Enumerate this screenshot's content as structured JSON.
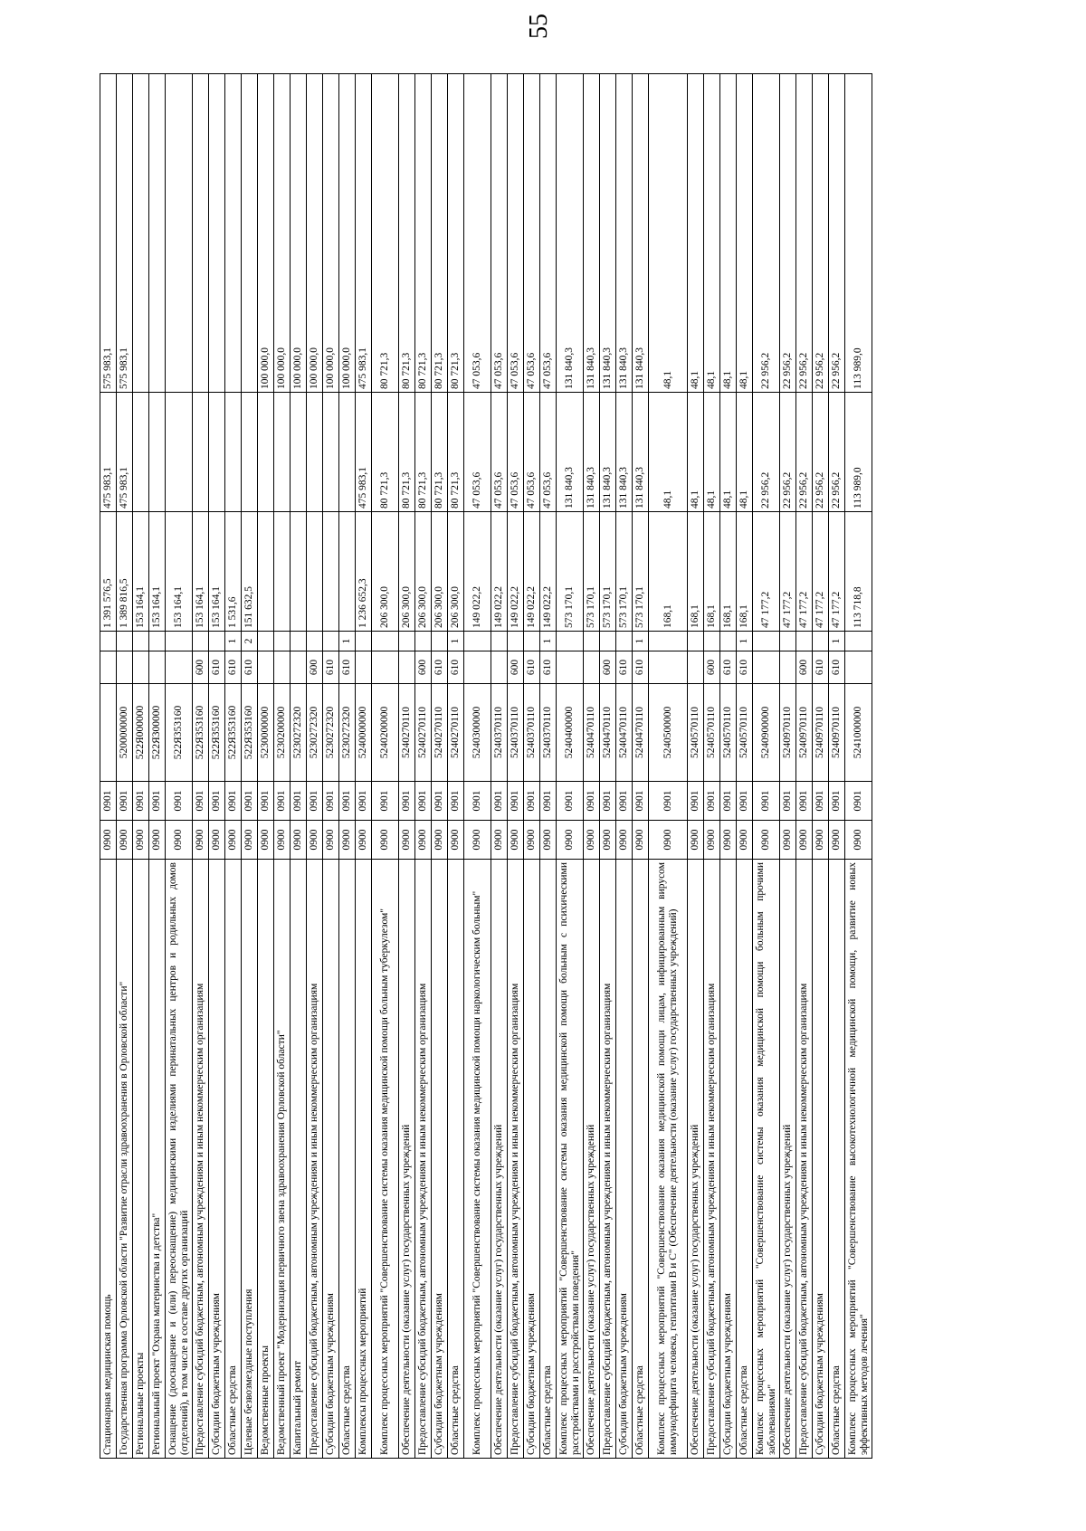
{
  "page_number": "55",
  "rows": [
    {
      "name": "Стационарная медицинская помощь",
      "rz": "0900",
      "pr": "0901",
      "csr": "",
      "vr": "",
      "n": "",
      "a": "1 391 576,5",
      "b": "475 983,1",
      "c": "575 983,1",
      "h": 1
    },
    {
      "name": "Государственная программа Орловской области \"Развитие отрасли здравоохранения в Орловской области\"",
      "rz": "0900",
      "pr": "0901",
      "csr": "5200000000",
      "vr": "",
      "n": "",
      "a": "1 389 816,5",
      "b": "475 983,1",
      "c": "575 983,1",
      "h": 1
    },
    {
      "name": "Региональные проекты",
      "rz": "0900",
      "pr": "0901",
      "csr": "522Я000000",
      "vr": "",
      "n": "",
      "a": "153 164,1",
      "b": "",
      "c": "",
      "h": 1
    },
    {
      "name": "Региональный проект \"Охрана материнства и детства\"",
      "rz": "0900",
      "pr": "0901",
      "csr": "522Я300000",
      "vr": "",
      "n": "",
      "a": "153 164,1",
      "b": "",
      "c": "",
      "h": 1
    },
    {
      "name": "Оснащение (дооснащение и (или) переоснащение) медицинскими изделиями перинатальных центров и родильных домов (отделений), в том числе в составе других организаций",
      "rz": "0900",
      "pr": "0901",
      "csr": "522Я353160",
      "vr": "",
      "n": "",
      "a": "153 164,1",
      "b": "",
      "c": "",
      "h": 2
    },
    {
      "name": "Предоставление субсидий бюджетным, автономным учреждениям и иным некоммерческим организациям",
      "rz": "0900",
      "pr": "0901",
      "csr": "522Я353160",
      "vr": "600",
      "n": "",
      "a": "153 164,1",
      "b": "",
      "c": "",
      "h": 1
    },
    {
      "name": "Субсидии бюджетным учреждениям",
      "rz": "0900",
      "pr": "0901",
      "csr": "522Я353160",
      "vr": "610",
      "n": "",
      "a": "153 164,1",
      "b": "",
      "c": "",
      "h": 1
    },
    {
      "name": "Областные средства",
      "rz": "0900",
      "pr": "0901",
      "csr": "522Я353160",
      "vr": "610",
      "n": "1",
      "a": "1 531,6",
      "b": "",
      "c": "",
      "h": 1
    },
    {
      "name": "Целевые безвозмездные поступления",
      "rz": "0900",
      "pr": "0901",
      "csr": "522Я353160",
      "vr": "610",
      "n": "2",
      "a": "151 632,5",
      "b": "",
      "c": "",
      "h": 1
    },
    {
      "name": "Ведомственные проекты",
      "rz": "0900",
      "pr": "0901",
      "csr": "5230000000",
      "vr": "",
      "n": "",
      "a": "",
      "b": "",
      "c": "100 000,0",
      "h": 1
    },
    {
      "name": "Ведомственный проект \"Модернизация первичного звена здравоохранения Орловской области\"",
      "rz": "0900",
      "pr": "0901",
      "csr": "5230200000",
      "vr": "",
      "n": "",
      "a": "",
      "b": "",
      "c": "100 000,0",
      "h": 1
    },
    {
      "name": "Капитальный ремонт",
      "rz": "0900",
      "pr": "0901",
      "csr": "5230272320",
      "vr": "",
      "n": "",
      "a": "",
      "b": "",
      "c": "100 000,0",
      "h": 1
    },
    {
      "name": "Предоставление субсидий бюджетным, автономным учреждениям и иным некоммерческим организациям",
      "rz": "0900",
      "pr": "0901",
      "csr": "5230272320",
      "vr": "600",
      "n": "",
      "a": "",
      "b": "",
      "c": "100 000,0",
      "h": 1
    },
    {
      "name": "Субсидии бюджетным учреждениям",
      "rz": "0900",
      "pr": "0901",
      "csr": "5230272320",
      "vr": "610",
      "n": "",
      "a": "",
      "b": "",
      "c": "100 000,0",
      "h": 1
    },
    {
      "name": "Областные средства",
      "rz": "0900",
      "pr": "0901",
      "csr": "5230272320",
      "vr": "610",
      "n": "1",
      "a": "",
      "b": "",
      "c": "100 000,0",
      "h": 1
    },
    {
      "name": "Комплексы процессных мероприятий",
      "rz": "0900",
      "pr": "0901",
      "csr": "5240000000",
      "vr": "",
      "n": "",
      "a": "1 236 652,3",
      "b": "475 983,1",
      "c": "475 983,1",
      "h": 1
    },
    {
      "name": "Комплекс процессных мероприятий \"Совершенствование системы оказания медицинской помощи больным туберкулезом\"",
      "rz": "0900",
      "pr": "0901",
      "csr": "5240200000",
      "vr": "",
      "n": "",
      "a": "206 300,0",
      "b": "80 721,3",
      "c": "80 721,3",
      "h": 2
    },
    {
      "name": "Обеспечение деятельности (оказание услуг) государственных учреждений",
      "rz": "0900",
      "pr": "0901",
      "csr": "5240270110",
      "vr": "",
      "n": "",
      "a": "206 300,0",
      "b": "80 721,3",
      "c": "80 721,3",
      "h": 1
    },
    {
      "name": "Предоставление субсидий бюджетным, автономным учреждениям и иным некоммерческим организациям",
      "rz": "0900",
      "pr": "0901",
      "csr": "5240270110",
      "vr": "600",
      "n": "",
      "a": "206 300,0",
      "b": "80 721,3",
      "c": "80 721,3",
      "h": 1
    },
    {
      "name": "Субсидии бюджетным учреждениям",
      "rz": "0900",
      "pr": "0901",
      "csr": "5240270110",
      "vr": "610",
      "n": "",
      "a": "206 300,0",
      "b": "80 721,3",
      "c": "80 721,3",
      "h": 1
    },
    {
      "name": "Областные средства",
      "rz": "0900",
      "pr": "0901",
      "csr": "5240270110",
      "vr": "610",
      "n": "1",
      "a": "206 300,0",
      "b": "80 721,3",
      "c": "80 721,3",
      "h": 1
    },
    {
      "name": "Комплекс процессных мероприятий \"Совершенствование системы оказания медицинской помощи наркологическим больным\"",
      "rz": "0900",
      "pr": "0901",
      "csr": "5240300000",
      "vr": "",
      "n": "",
      "a": "149 022,2",
      "b": "47 053,6",
      "c": "47 053,6",
      "h": 2
    },
    {
      "name": "Обеспечение деятельности (оказание услуг) государственных учреждений",
      "rz": "0900",
      "pr": "0901",
      "csr": "5240370110",
      "vr": "",
      "n": "",
      "a": "149 022,2",
      "b": "47 053,6",
      "c": "47 053,6",
      "h": 1
    },
    {
      "name": "Предоставление субсидий бюджетным, автономным учреждениям и иным некоммерческим организациям",
      "rz": "0900",
      "pr": "0901",
      "csr": "5240370110",
      "vr": "600",
      "n": "",
      "a": "149 022,2",
      "b": "47 053,6",
      "c": "47 053,6",
      "h": 1
    },
    {
      "name": "Субсидии бюджетным учреждениям",
      "rz": "0900",
      "pr": "0901",
      "csr": "5240370110",
      "vr": "610",
      "n": "",
      "a": "149 022,2",
      "b": "47 053,6",
      "c": "47 053,6",
      "h": 1
    },
    {
      "name": "Областные средства",
      "rz": "0900",
      "pr": "0901",
      "csr": "5240370110",
      "vr": "610",
      "n": "1",
      "a": "149 022,2",
      "b": "47 053,6",
      "c": "47 053,6",
      "h": 1
    },
    {
      "name": "Комплекс процессных мероприятий \"Совершенствование системы оказания медицинской помощи больным с психическими расстройствами и расстройствами поведения\"",
      "rz": "0900",
      "pr": "0901",
      "csr": "5240400000",
      "vr": "",
      "n": "",
      "a": "573 170,1",
      "b": "131 840,3",
      "c": "131 840,3",
      "h": 2
    },
    {
      "name": "Обеспечение деятельности (оказание услуг) государственных учреждений",
      "rz": "0900",
      "pr": "0901",
      "csr": "5240470110",
      "vr": "",
      "n": "",
      "a": "573 170,1",
      "b": "131 840,3",
      "c": "131 840,3",
      "h": 1
    },
    {
      "name": "Предоставление субсидий бюджетным, автономным учреждениям и иным некоммерческим организациям",
      "rz": "0900",
      "pr": "0901",
      "csr": "5240470110",
      "vr": "600",
      "n": "",
      "a": "573 170,1",
      "b": "131 840,3",
      "c": "131 840,3",
      "h": 1
    },
    {
      "name": "Субсидии бюджетным учреждениям",
      "rz": "0900",
      "pr": "0901",
      "csr": "5240470110",
      "vr": "610",
      "n": "",
      "a": "573 170,1",
      "b": "131 840,3",
      "c": "131 840,3",
      "h": 1
    },
    {
      "name": "Областные средства",
      "rz": "0900",
      "pr": "0901",
      "csr": "5240470110",
      "vr": "610",
      "n": "1",
      "a": "573 170,1",
      "b": "131 840,3",
      "c": "131 840,3",
      "h": 1
    },
    {
      "name": "Комплекс процессных мероприятий \"Совершенствование оказания медицинской помощи лицам, инфицированным вирусом иммунодефицита человека, гепатитами В и С\" (Обеспечение деятельности (оказание услуг) государственных учреждений)",
      "rz": "0900",
      "pr": "0901",
      "csr": "5240500000",
      "vr": "",
      "n": "",
      "a": "168,1",
      "b": "48,1",
      "c": "48,1",
      "h": 3
    },
    {
      "name": "Обеспечение деятельности (оказание услуг) государственных учреждений",
      "rz": "0900",
      "pr": "0901",
      "csr": "5240570110",
      "vr": "",
      "n": "",
      "a": "168,1",
      "b": "48,1",
      "c": "48,1",
      "h": 1
    },
    {
      "name": "Предоставление субсидий бюджетным, автономным учреждениям и иным некоммерческим организациям",
      "rz": "0900",
      "pr": "0901",
      "csr": "5240570110",
      "vr": "600",
      "n": "",
      "a": "168,1",
      "b": "48,1",
      "c": "48,1",
      "h": 1
    },
    {
      "name": "Субсидии бюджетным учреждениям",
      "rz": "0900",
      "pr": "0901",
      "csr": "5240570110",
      "vr": "610",
      "n": "",
      "a": "168,1",
      "b": "48,1",
      "c": "48,1",
      "h": 1
    },
    {
      "name": "Областные средства",
      "rz": "0900",
      "pr": "0901",
      "csr": "5240570110",
      "vr": "610",
      "n": "1",
      "a": "168,1",
      "b": "48,1",
      "c": "48,1",
      "h": 1
    },
    {
      "name": "Комплекс процессных мероприятий \"Совершенствование системы оказания медицинской помощи больным прочими заболеваниями\"",
      "rz": "0900",
      "pr": "0901",
      "csr": "5240900000",
      "vr": "",
      "n": "",
      "a": "47 177,2",
      "b": "22 956,2",
      "c": "22 956,2",
      "h": 2
    },
    {
      "name": "Обеспечение деятельности (оказание услуг) государственных учреждений",
      "rz": "0900",
      "pr": "0901",
      "csr": "5240970110",
      "vr": "",
      "n": "",
      "a": "47 177,2",
      "b": "22 956,2",
      "c": "22 956,2",
      "h": 1
    },
    {
      "name": "Предоставление субсидий бюджетным, автономным учреждениям и иным некоммерческим организациям",
      "rz": "0900",
      "pr": "0901",
      "csr": "5240970110",
      "vr": "600",
      "n": "",
      "a": "47 177,2",
      "b": "22 956,2",
      "c": "22 956,2",
      "h": 1
    },
    {
      "name": "Субсидии бюджетным учреждениям",
      "rz": "0900",
      "pr": "0901",
      "csr": "5240970110",
      "vr": "610",
      "n": "",
      "a": "47 177,2",
      "b": "22 956,2",
      "c": "22 956,2",
      "h": 1
    },
    {
      "name": "Областные средства",
      "rz": "0900",
      "pr": "0901",
      "csr": "5240970110",
      "vr": "610",
      "n": "1",
      "a": "47 177,2",
      "b": "22 956,2",
      "c": "22 956,2",
      "h": 1
    },
    {
      "name": "Комплекс процессных мероприятий \"Совершенствование высокотехнологичной медицинской помощи, развитие новых эффективных методов лечения\"",
      "rz": "0900",
      "pr": "0901",
      "csr": "5241000000",
      "vr": "",
      "n": "",
      "a": "113 718,8",
      "b": "113 989,0",
      "c": "113 989,0",
      "h": 2
    }
  ]
}
